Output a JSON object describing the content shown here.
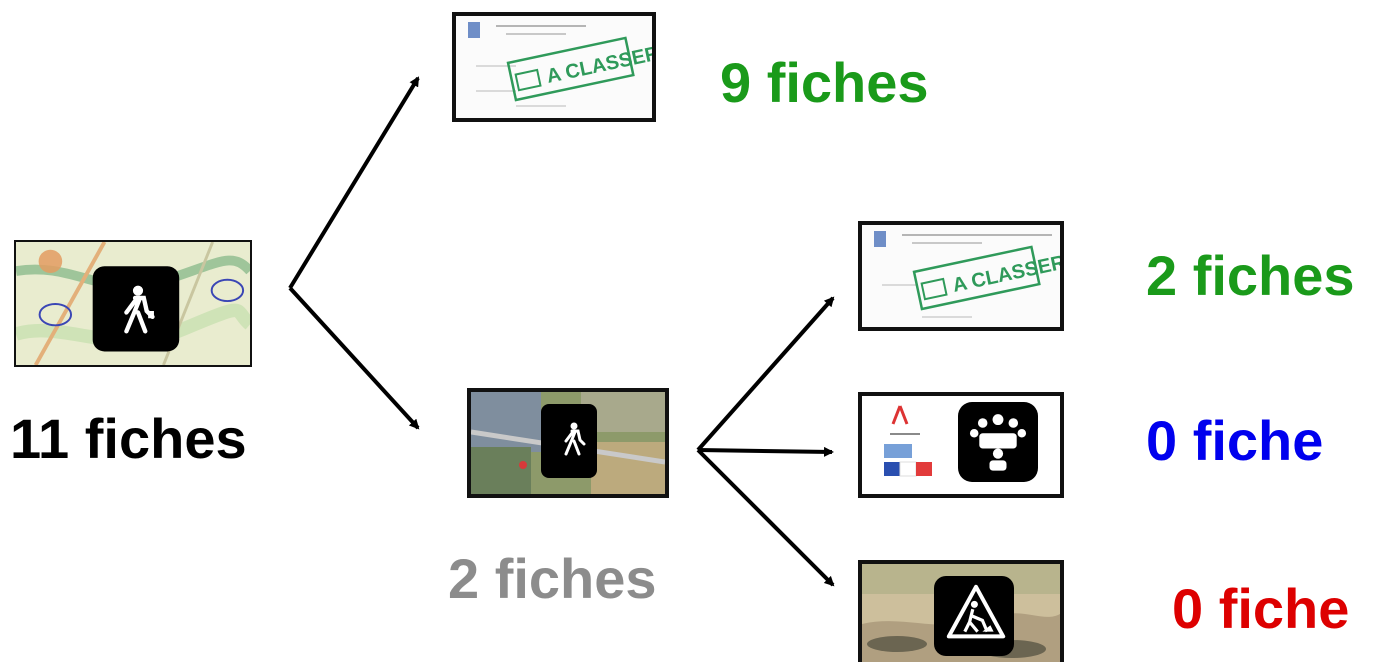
{
  "nodes": {
    "root": {
      "count_label": "11 fiches"
    },
    "classified_top": {
      "count_label": "9 fiches",
      "stamp_text": "A CLASSER"
    },
    "field_visit": {
      "count_label": "2 fiches"
    },
    "classified_bottom": {
      "count_label": "2 fiches",
      "stamp_text": "A CLASSER"
    },
    "meeting": {
      "count_label": "0 fiche"
    },
    "works": {
      "count_label": "0 fiche"
    }
  },
  "icons": {
    "root": "pedestrian-walking-icon",
    "field_visit": "pedestrian-walking-icon",
    "meeting": "meeting-group-icon",
    "works": "road-works-sign-icon"
  },
  "colors": {
    "black": "#000000",
    "green": "#1a9a1a",
    "gray": "#8c8c8c",
    "blue": "#0000ee",
    "red": "#dd0000"
  }
}
